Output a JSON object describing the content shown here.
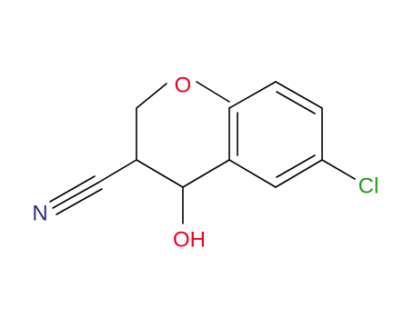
{
  "molecule": {
    "atoms": {
      "oxygen_ring": "O",
      "chlorine": "Cl",
      "nitrogen": "N",
      "hydroxyl": "OH"
    },
    "colors": {
      "bond": "#000000",
      "oxygen": "#e8001c",
      "chlorine": "#1f9a1f",
      "nitrogen": "#2b2b8a"
    }
  }
}
